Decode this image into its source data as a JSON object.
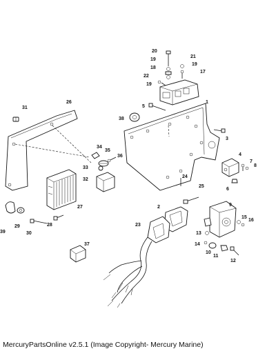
{
  "callouts": {
    "c1": "1",
    "c2": "2",
    "c3": "3",
    "c4": "4",
    "c5": "5",
    "c6": "6",
    "c7": "7",
    "c8": "8",
    "c9": "9",
    "c10": "10",
    "c11": "11",
    "c12": "12",
    "c13": "13",
    "c14": "14",
    "c15": "15",
    "c16": "16",
    "c17": "17",
    "c18": "18",
    "c19a": "19",
    "c19b": "19",
    "c19c": "19",
    "c20": "20",
    "c21": "21",
    "c22": "22",
    "c23": "23",
    "c24": "24",
    "c25": "25",
    "c26": "26",
    "c27": "27",
    "c28": "28",
    "c29": "29",
    "c30": "30",
    "c31": "31",
    "c32": "32",
    "c33": "33",
    "c34": "34",
    "c35": "35",
    "c36": "36",
    "c37": "37",
    "c38": "38",
    "c39": "39"
  },
  "footer": "MercuryPartsOnline v2.5.1 (Image Copyright- Mercury Marine)"
}
